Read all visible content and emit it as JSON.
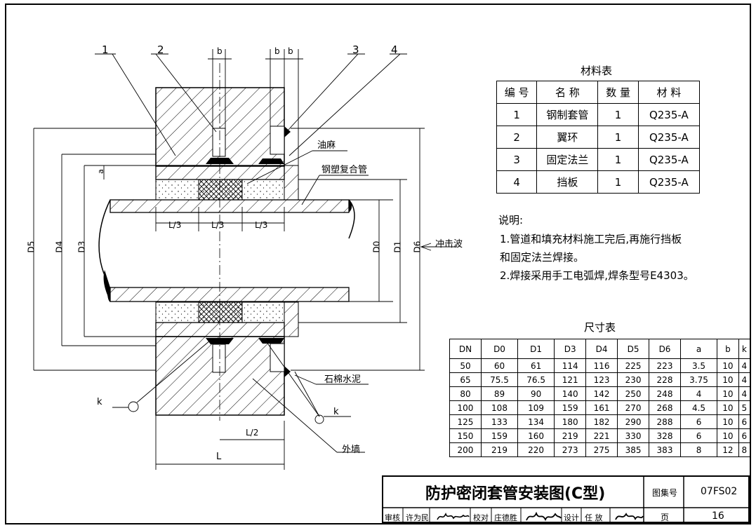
{
  "callouts": [
    "1",
    "2",
    "3",
    "4"
  ],
  "dim_b": "b",
  "dim_a": "a",
  "dim_k": "k",
  "dim_L3": "L/3",
  "dim_L2": "L/2",
  "dim_L": "L",
  "dim_D5": "D5",
  "dim_D4": "D4",
  "dim_D3": "D3",
  "dim_D0": "D0",
  "dim_D1": "D1",
  "dim_D6": "D6",
  "label_oil_hemp": "油麻",
  "label_steel_plastic_pipe": "钢塑复合管",
  "label_shock_wave": "冲击波",
  "label_asbestos_cement": "石棉水泥",
  "label_outer_wall": "外墙",
  "materials": {
    "title": "材料表",
    "headers": [
      "编 号",
      "名 称",
      "数 量",
      "材 料"
    ],
    "rows": [
      [
        "1",
        "钢制套管",
        "1",
        "Q235-A"
      ],
      [
        "2",
        "翼环",
        "1",
        "Q235-A"
      ],
      [
        "3",
        "固定法兰",
        "1",
        "Q235-A"
      ],
      [
        "4",
        "挡板",
        "1",
        "Q235-A"
      ]
    ]
  },
  "notes": {
    "title": "说明:",
    "lines": [
      "1.管道和填充材料施工完后,再施行挡板",
      "和固定法兰焊接。",
      "2.焊接采用手工电弧焊,焊条型号E4303。"
    ]
  },
  "dimensions": {
    "title": "尺寸表",
    "headers": [
      "DN",
      "D0",
      "D1",
      "D3",
      "D4",
      "D5",
      "D6",
      "a",
      "b",
      "k"
    ],
    "rows": [
      [
        "50",
        "60",
        "61",
        "114",
        "116",
        "225",
        "223",
        "3.5",
        "10",
        "4"
      ],
      [
        "65",
        "75.5",
        "76.5",
        "121",
        "123",
        "230",
        "228",
        "3.75",
        "10",
        "4"
      ],
      [
        "80",
        "89",
        "90",
        "140",
        "142",
        "250",
        "248",
        "4",
        "10",
        "4"
      ],
      [
        "100",
        "108",
        "109",
        "159",
        "161",
        "270",
        "268",
        "4.5",
        "10",
        "5"
      ],
      [
        "125",
        "133",
        "134",
        "180",
        "182",
        "290",
        "288",
        "6",
        "10",
        "6"
      ],
      [
        "150",
        "159",
        "160",
        "219",
        "221",
        "330",
        "328",
        "6",
        "10",
        "6"
      ],
      [
        "200",
        "219",
        "220",
        "273",
        "275",
        "385",
        "383",
        "8",
        "12",
        "8"
      ]
    ]
  },
  "title_block": {
    "drawing_title": "防护密闭套管安装图(C型)",
    "atlas_label": "图集号",
    "atlas_no": "07FS02",
    "page_label": "页",
    "page_no": "16",
    "review_label": "审核",
    "reviewer": "许为民",
    "check_label": "校对",
    "checker": "庄德胜",
    "design_label": "设计",
    "designer": "任 放"
  }
}
